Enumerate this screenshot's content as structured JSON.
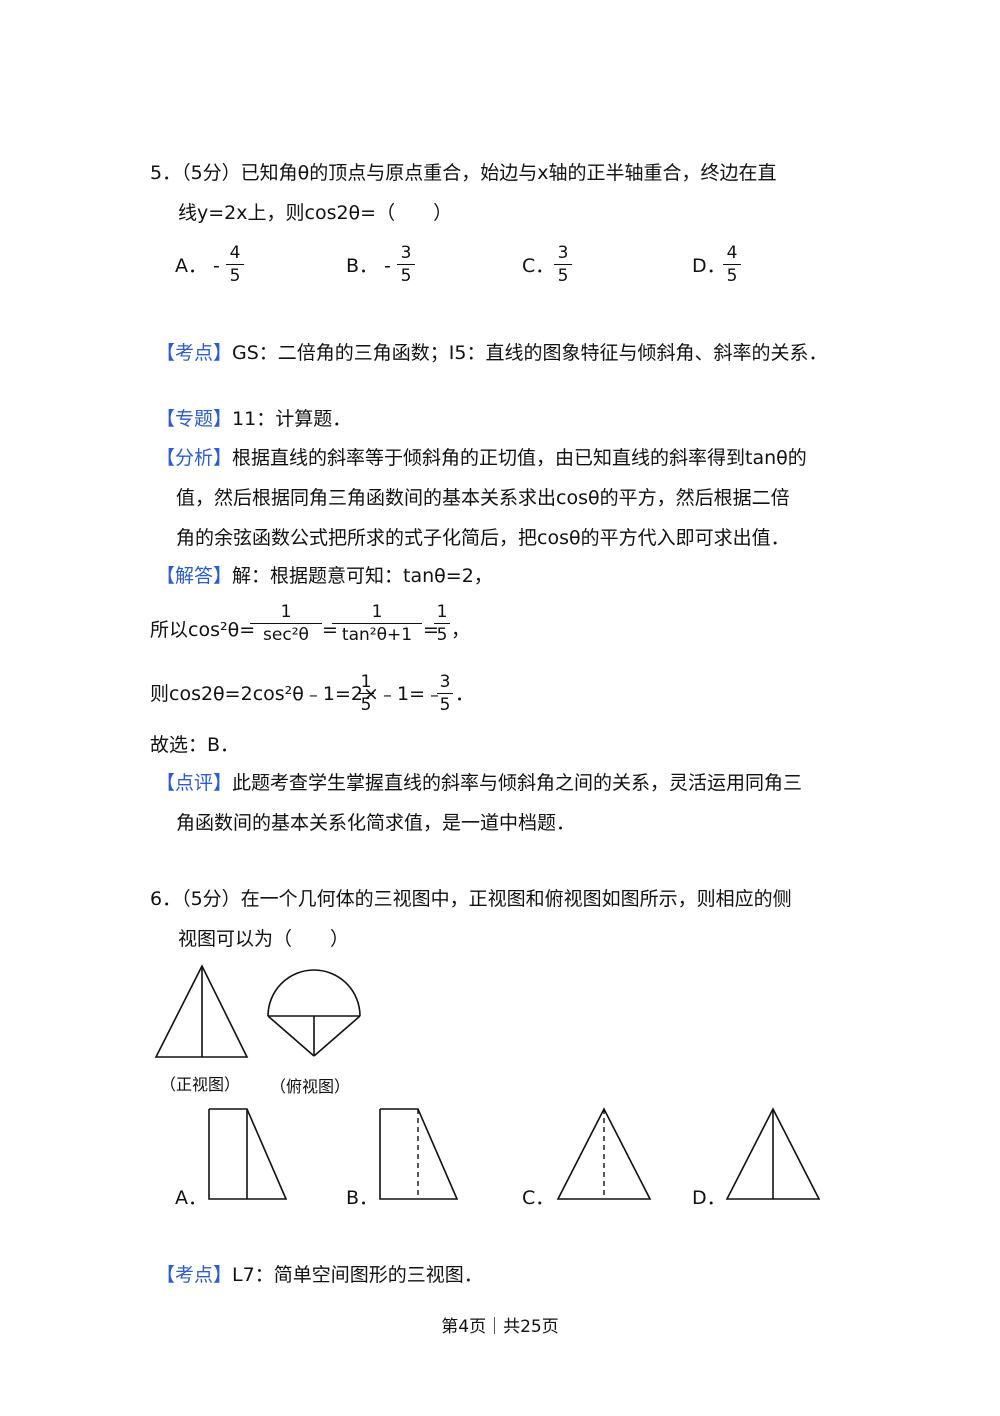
{
  "q5": {
    "stem_line1": "5．（5分）已知角θ的顶点与原点重合，始边与x轴的正半轴重合，终边在直",
    "stem_line2": "线y=2x上，则cos2θ=（　　）",
    "options": [
      {
        "label": "A．",
        "sign": "-",
        "num": "4",
        "den": "5"
      },
      {
        "label": "B．",
        "sign": "-",
        "num": "3",
        "den": "5"
      },
      {
        "label": "C．",
        "sign": "",
        "num": "3",
        "den": "5"
      },
      {
        "label": "D．",
        "sign": "",
        "num": "4",
        "den": "5"
      }
    ],
    "kaodian_tag": "【考点】",
    "kaodian_text": "GS：二倍角的三角函数；I5：直线的图象特征与倾斜角、斜率的关系．",
    "zhuanti_tag": "【专题】",
    "zhuanti_text": "11：计算题．",
    "fenxi_tag": "【分析】",
    "fenxi_line1": "根据直线的斜率等于倾斜角的正切值，由已知直线的斜率得到tanθ的",
    "fenxi_line2": "值，然后根据同角三角函数间的基本关系求出cosθ的平方，然后根据二倍",
    "fenxi_line3": "角的余弦函数公式把所求的式子化简后，把cosθ的平方代入即可求出值．",
    "jieda_tag": "【解答】",
    "jieda_text": "解：根据题意可知：tanθ=2，",
    "step1": {
      "lead": "所以cos²θ=",
      "f1_num": "1",
      "f1_den": "sec²θ",
      "eq1": "=",
      "f2_num": "1",
      "f2_den": "tan²θ+1",
      "eq2": "=",
      "f3_num": "1",
      "f3_den": "5",
      "tail": "，"
    },
    "step2": {
      "lead": "则cos2θ=2cos²θ﹣1=2×",
      "f1_num": "1",
      "f1_den": "5",
      "mid": "﹣1=﹣",
      "f2_num": "3",
      "f2_den": "5",
      "tail": "．"
    },
    "answer": "故选：B．",
    "dianping_tag": "【点评】",
    "dianping_line1": "此题考查学生掌握直线的斜率与倾斜角之间的关系，灵活运用同角三",
    "dianping_line2": "角函数间的基本关系化简求值，是一道中档题．"
  },
  "q6": {
    "stem_line1": "6．（5分）在一个几何体的三视图中，正视图和俯视图如图所示，则相应的侧",
    "stem_line2": "视图可以为（　　）",
    "caption_front": "（正视图）",
    "caption_top": "（俯视图）",
    "option_labels": [
      "A．",
      "B．",
      "C．",
      "D．"
    ],
    "kaodian_tag": "【考点】",
    "kaodian_text": "L7：简单空间图形的三视图．"
  },
  "footer": "第4页｜共25页",
  "colors": {
    "bracket": "#2b5bd7",
    "text": "#111111"
  }
}
